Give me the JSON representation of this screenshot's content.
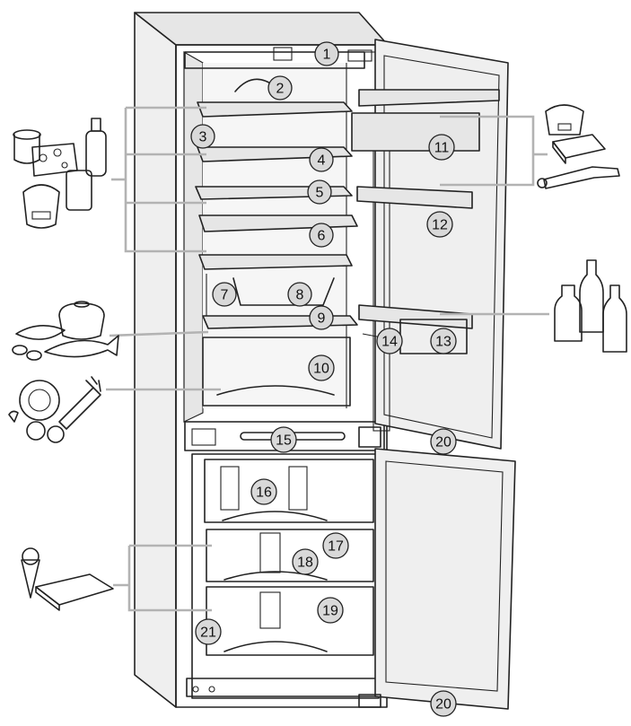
{
  "diagram": {
    "callouts": [
      {
        "id": "c1",
        "label": "1"
      },
      {
        "id": "c2",
        "label": "2"
      },
      {
        "id": "c3",
        "label": "3"
      },
      {
        "id": "c4",
        "label": "4"
      },
      {
        "id": "c5",
        "label": "5"
      },
      {
        "id": "c6",
        "label": "6"
      },
      {
        "id": "c7",
        "label": "7"
      },
      {
        "id": "c8",
        "label": "8"
      },
      {
        "id": "c9",
        "label": "9"
      },
      {
        "id": "c10",
        "label": "10"
      },
      {
        "id": "c11",
        "label": "11"
      },
      {
        "id": "c12",
        "label": "12"
      },
      {
        "id": "c13",
        "label": "13"
      },
      {
        "id": "c14",
        "label": "14"
      },
      {
        "id": "c15",
        "label": "15"
      },
      {
        "id": "c16",
        "label": "16"
      },
      {
        "id": "c17",
        "label": "17"
      },
      {
        "id": "c18",
        "label": "18"
      },
      {
        "id": "c19",
        "label": "19"
      },
      {
        "id": "c20a",
        "label": "20"
      },
      {
        "id": "c20b",
        "label": "20"
      },
      {
        "id": "c21",
        "label": "21"
      }
    ],
    "food_groups": [
      {
        "id": "dairy-left",
        "icon": "dairy-jars-cheese-icon"
      },
      {
        "id": "fish-meat",
        "icon": "fish-pot-icon"
      },
      {
        "id": "vegetables",
        "icon": "vegetables-icon"
      },
      {
        "id": "frozen",
        "icon": "ice-cream-pizza-icon"
      },
      {
        "id": "door-dairy",
        "icon": "jam-butter-tube-icon"
      },
      {
        "id": "door-bottles",
        "icon": "bottles-icon"
      }
    ],
    "colors": {
      "line": "#222222",
      "panel": "#e6e6e6",
      "leader": "#b3b3b3",
      "callout_fill": "#d9d9d9"
    }
  }
}
